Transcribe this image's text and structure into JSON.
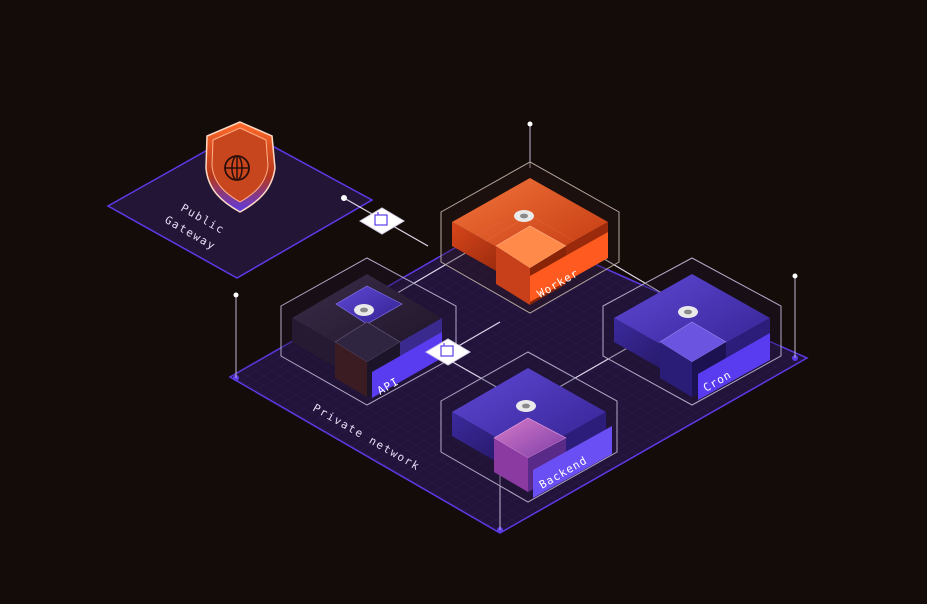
{
  "gateway": {
    "label_line1": "Public",
    "label_line2": "Gateway",
    "icon": "globe-shield-icon"
  },
  "network": {
    "label": "Private network"
  },
  "services": [
    {
      "id": "worker",
      "label": "Worker",
      "accent": "#ff5a1f"
    },
    {
      "id": "api",
      "label": "API",
      "accent": "#5a3cf0"
    },
    {
      "id": "cron",
      "label": "Cron",
      "accent": "#5a3cf0"
    },
    {
      "id": "backend",
      "label": "Backend",
      "accent": "#6a4ff5"
    }
  ],
  "connector_icon": "container-link-icon",
  "colors": {
    "background": "#140c08",
    "network_fill": "#24143a",
    "network_edge": "#5b3be8",
    "orange": "#ff5a1f",
    "purple": "#5a3cf0"
  }
}
